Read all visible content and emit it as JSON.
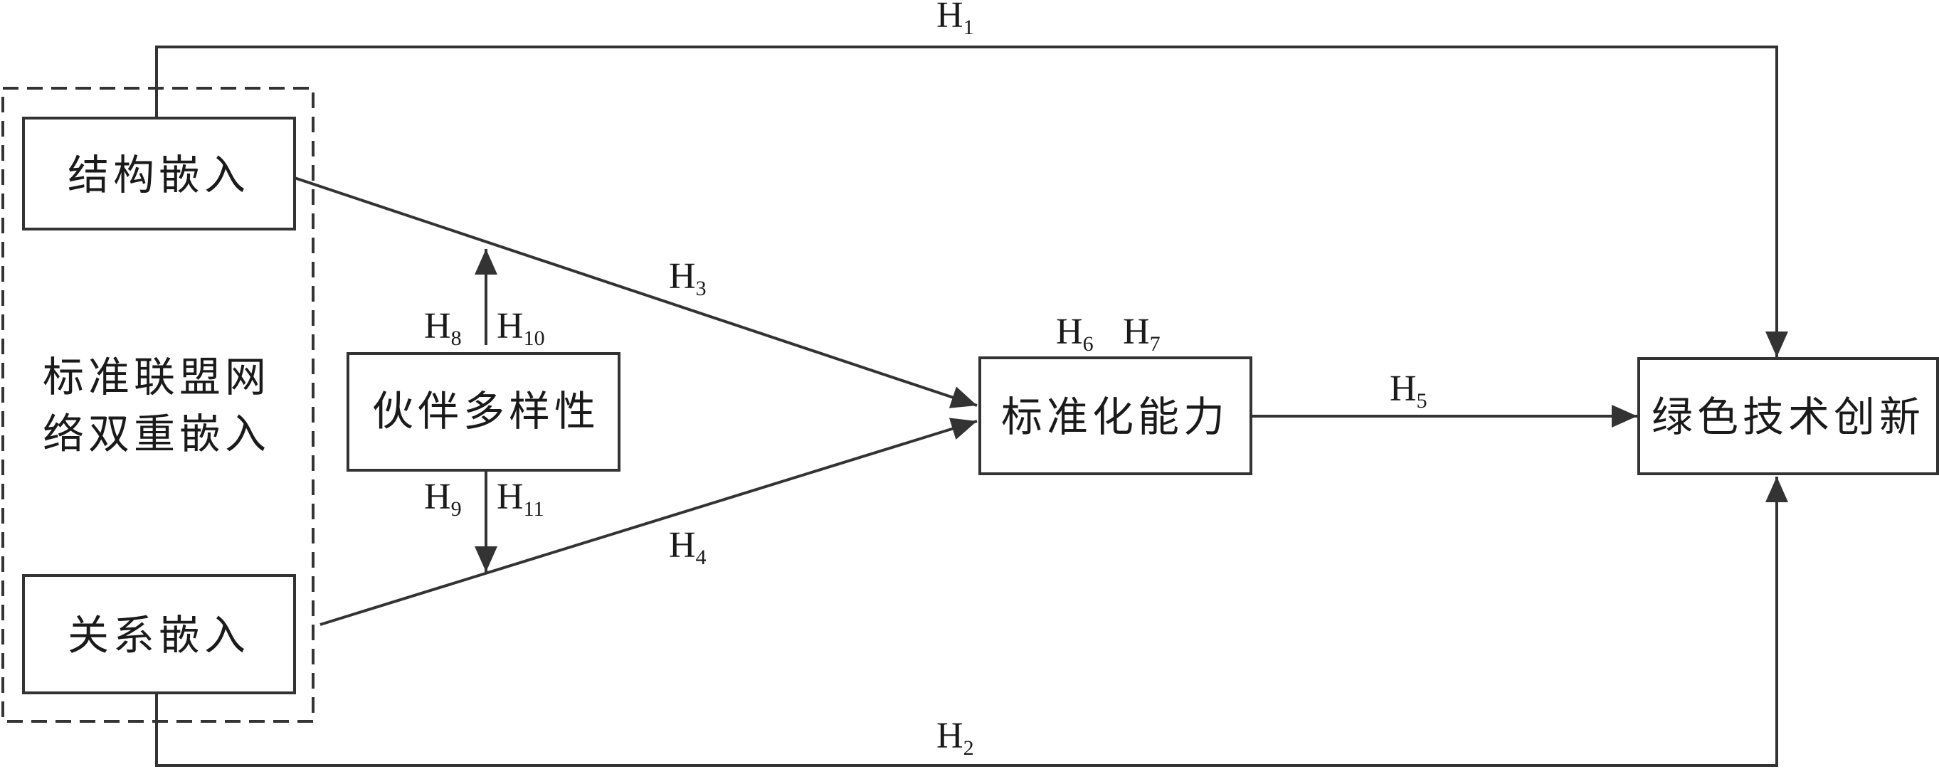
{
  "nodes": {
    "structural": "结构嵌入",
    "relational": "关系嵌入",
    "dual_line1": "标准联盟网",
    "dual_line2": "络双重嵌入",
    "partner": "伙伴多样性",
    "standard": "标准化能力",
    "green": "绿色技术创新"
  },
  "hypotheses": {
    "h1": {
      "base": "H",
      "sub": "1"
    },
    "h2": {
      "base": "H",
      "sub": "2"
    },
    "h3": {
      "base": "H",
      "sub": "3"
    },
    "h4": {
      "base": "H",
      "sub": "4"
    },
    "h5": {
      "base": "H",
      "sub": "5"
    },
    "h6": {
      "base": "H",
      "sub": "6"
    },
    "h7": {
      "base": "H",
      "sub": "7"
    },
    "h8": {
      "base": "H",
      "sub": "8"
    },
    "h9": {
      "base": "H",
      "sub": "9"
    },
    "h10": {
      "base": "H",
      "sub": "10"
    },
    "h11": {
      "base": "H",
      "sub": "11"
    }
  }
}
